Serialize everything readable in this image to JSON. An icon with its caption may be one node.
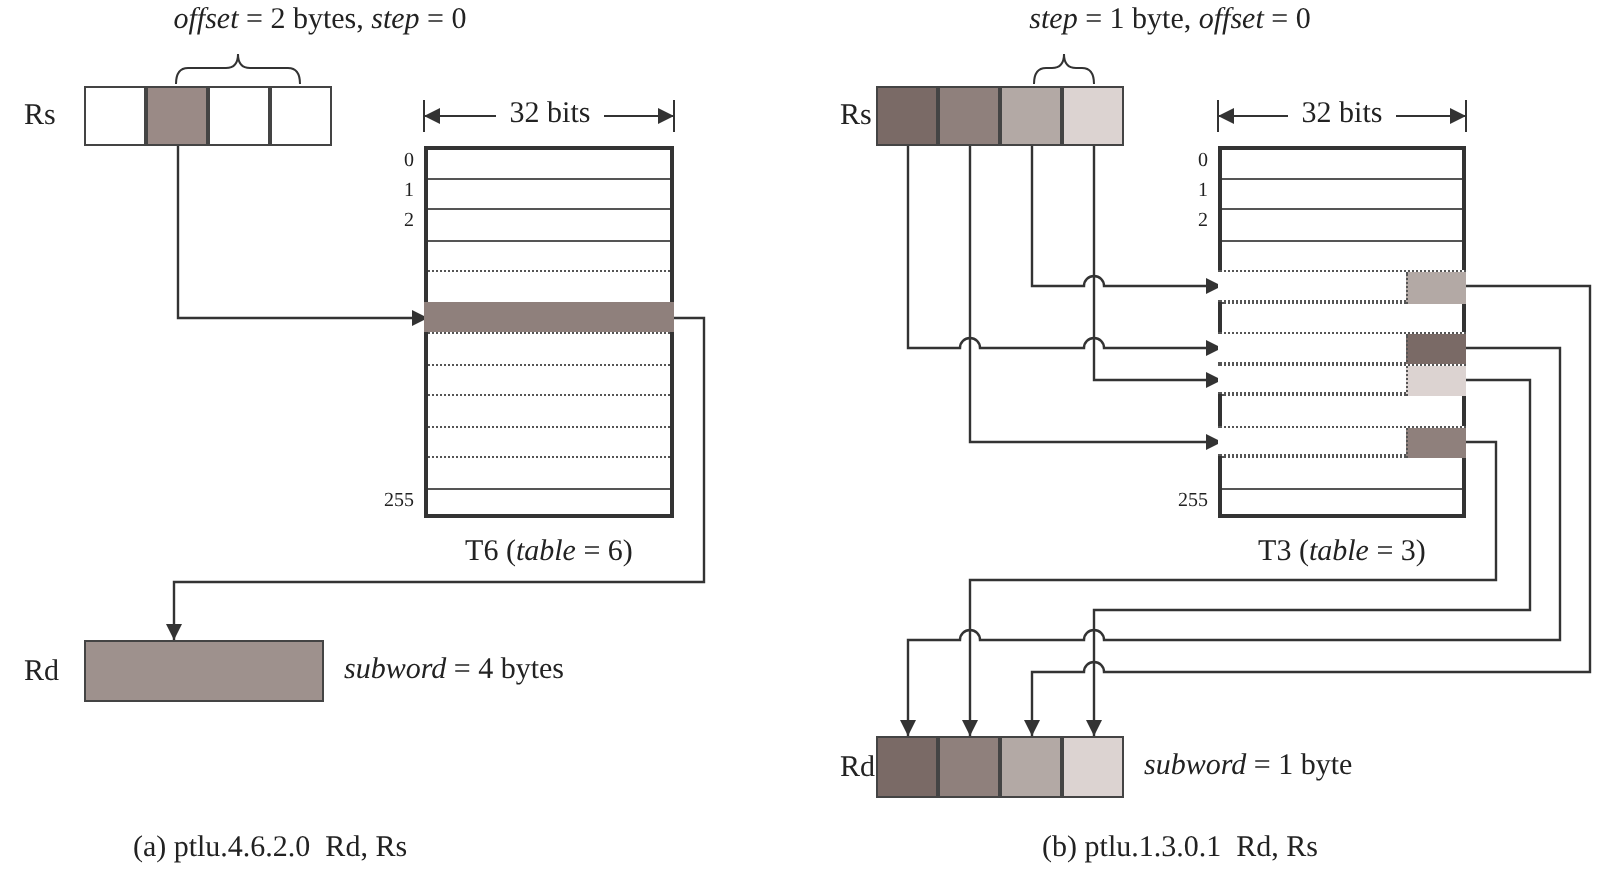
{
  "diagram": {
    "nodes": [
      {
        "text": [
          "Rs"
        ]
      },
      {
        "text": [],
        "shape": "box",
        "in": 0
      },
      {
        "text": [],
        "shape": "box",
        "in": 0
      },
      {
        "text": [],
        "shape": "box",
        "in": 0
      },
      {
        "text": [],
        "shape": "box",
        "in": 0
      },
      {
        "text": [
          "T6 (*table* = 6)"
        ]
      },
      {
        "text": [],
        "shape": "bar",
        "in": 5
      },
      {
        "text": [
          "Rd"
        ],
        "beside": [
          "*subword* = 4 bytes"
        ]
      },
      {
        "text": [
          "Rs"
        ]
      },
      {
        "text": [],
        "shape": "box",
        "in": 8
      },
      {
        "text": [],
        "shape": "box",
        "in": 8
      },
      {
        "text": [],
        "shape": "box",
        "in": 8
      },
      {
        "text": [],
        "shape": "box",
        "in": 8
      },
      {
        "text": [
          "T3 (*table* = 3)"
        ]
      },
      {
        "text": [],
        "shape": "bar",
        "in": 13
      },
      {
        "text": [],
        "shape": "bar",
        "in": 13
      },
      {
        "text": [],
        "shape": "bar",
        "in": 13
      },
      {
        "text": [],
        "shape": "bar",
        "in": 13
      },
      {
        "text": [
          "Rd"
        ],
        "beside": [
          "*subword* = 1 byte"
        ]
      },
      {
        "text": [],
        "shape": "box",
        "in": 18
      },
      {
        "text": [],
        "shape": "box",
        "in": 18
      },
      {
        "text": [],
        "shape": "box",
        "in": 18
      },
      {
        "text": [],
        "shape": "box",
        "in": 18
      }
    ],
    "edges": [
      {
        "from": 2,
        "to": 6,
        "arrow": "to"
      },
      {
        "from": 6,
        "to": 7,
        "arrow": "to"
      },
      {
        "from": 11,
        "to": 14,
        "arrow": "to"
      },
      {
        "from": 9,
        "to": 15,
        "arrow": "to"
      },
      {
        "from": 12,
        "to": 16,
        "arrow": "to"
      },
      {
        "from": 10,
        "to": 17,
        "arrow": "to"
      },
      {
        "from": 14,
        "to": 21,
        "arrow": "to"
      },
      {
        "from": 15,
        "to": 19,
        "arrow": "to"
      },
      {
        "from": 16,
        "to": 22,
        "arrow": "to"
      },
      {
        "from": 17,
        "to": 20,
        "arrow": "to"
      }
    ],
    "labels": [
      "*offset* = 2 bytes, *step* = 0",
      "32 bits",
      "0",
      "1",
      "2",
      "255",
      "*step* = 1 byte, *offset* = 0",
      "32 bits",
      "0",
      "1",
      "2",
      "255",
      "(a) ptlu.4.6.2.0  Rd, Rs",
      "(b) ptlu.1.3.0.1  Rd, Rs"
    ]
  }
}
